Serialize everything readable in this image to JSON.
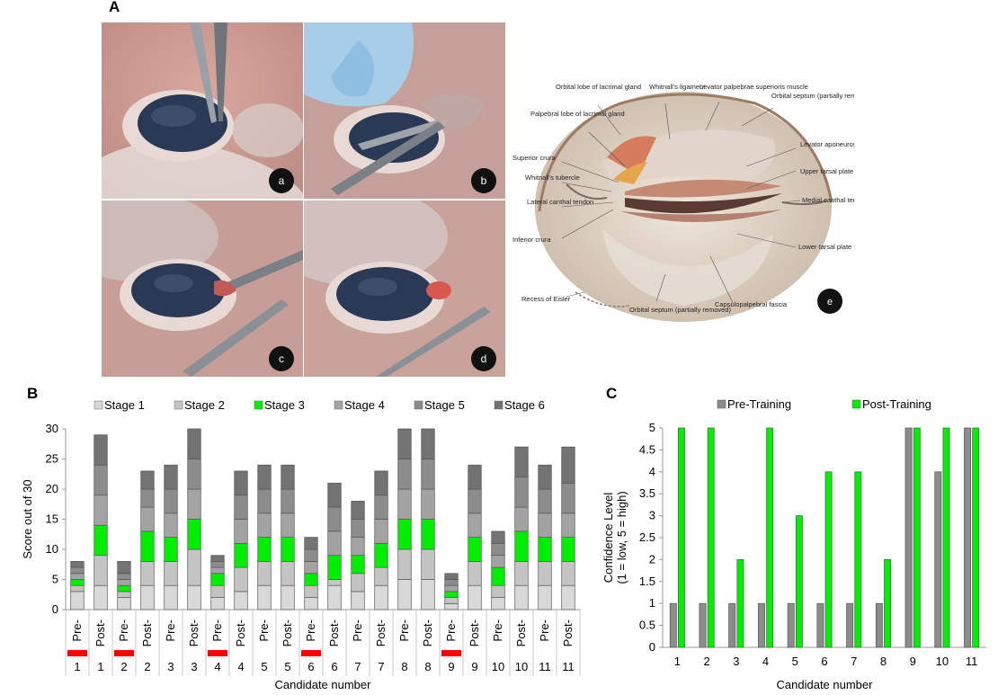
{
  "panels": {
    "A": "A",
    "B": "B",
    "C": "C"
  },
  "photos": [
    "a",
    "b",
    "c",
    "d"
  ],
  "diagram": {
    "label": "e",
    "anatomy": [
      "Orbital lobe of lacrimal gland",
      "Whitnall's ligament",
      "Levator palpebrae superioris muscle",
      "Orbital septum (partially removed)",
      "Palpebral lobe of lacrimal gland",
      "Levator aponeurosis",
      "Superior crura",
      "Upper tarsal plate",
      "Whitnall's tubercle",
      "Medial canthal tendon",
      "Lateral canthal tendon",
      "Inferior crura",
      "Lower tarsal plate",
      "Recess of Eisler",
      "Orbital septum (partially removed)",
      "Capsulopalpebral fascia"
    ]
  },
  "colors": {
    "stage1": "#d9d9d9",
    "stage2": "#c4c4c4",
    "stage3": "#00ee00",
    "stage4": "#a3a3a3",
    "stage5": "#8c8c8c",
    "stage6": "#737373",
    "pre": "#8c8c8c",
    "post": "#00ee00",
    "marker": "#ff0000"
  },
  "chart_data": [
    {
      "type": "bar",
      "stacked": true,
      "ylabel": "Score out of 30",
      "xlabel": "Candidate number",
      "ylim": [
        0,
        30
      ],
      "yticks": [
        0,
        5,
        10,
        15,
        20,
        25,
        30
      ],
      "legend": "top",
      "categories": [
        {
          "phase": "Pre-",
          "candidate": "1",
          "marked": true
        },
        {
          "phase": "Post-",
          "candidate": "1",
          "marked": false
        },
        {
          "phase": "Pre-",
          "candidate": "2",
          "marked": true
        },
        {
          "phase": "Post-",
          "candidate": "2",
          "marked": false
        },
        {
          "phase": "Pre-",
          "candidate": "3",
          "marked": false
        },
        {
          "phase": "Post-",
          "candidate": "3",
          "marked": false
        },
        {
          "phase": "Pre-",
          "candidate": "4",
          "marked": true
        },
        {
          "phase": "Post-",
          "candidate": "4",
          "marked": false
        },
        {
          "phase": "Pre-",
          "candidate": "5",
          "marked": false
        },
        {
          "phase": "Post-",
          "candidate": "5",
          "marked": false
        },
        {
          "phase": "Pre-",
          "candidate": "6",
          "marked": true
        },
        {
          "phase": "Post-",
          "candidate": "6",
          "marked": false
        },
        {
          "phase": "Pre-",
          "candidate": "7",
          "marked": false
        },
        {
          "phase": "Post-",
          "candidate": "7",
          "marked": false
        },
        {
          "phase": "Pre-",
          "candidate": "8",
          "marked": false
        },
        {
          "phase": "Post-",
          "candidate": "8",
          "marked": false
        },
        {
          "phase": "Pre-",
          "candidate": "9",
          "marked": true
        },
        {
          "phase": "Post-",
          "candidate": "9",
          "marked": false
        },
        {
          "phase": "Pre-",
          "candidate": "10",
          "marked": false
        },
        {
          "phase": "Post-",
          "candidate": "10",
          "marked": false
        },
        {
          "phase": "Pre-",
          "candidate": "11",
          "marked": false
        },
        {
          "phase": "Post-",
          "candidate": "11",
          "marked": false
        }
      ],
      "series": [
        {
          "name": "Stage 1",
          "color": "#d9d9d9",
          "values": [
            3,
            4,
            2,
            4,
            4,
            4,
            2,
            3,
            4,
            4,
            2,
            4,
            3,
            4,
            5,
            5,
            1,
            4,
            2,
            4,
            4,
            4
          ]
        },
        {
          "name": "Stage 2",
          "color": "#c4c4c4",
          "values": [
            1,
            5,
            1,
            4,
            4,
            6,
            2,
            4,
            4,
            4,
            2,
            1,
            3,
            3,
            5,
            5,
            1,
            4,
            2,
            4,
            4,
            4
          ]
        },
        {
          "name": "Stage 3",
          "color": "#00ee00",
          "values": [
            1,
            5,
            1,
            5,
            4,
            5,
            2,
            4,
            4,
            4,
            2,
            4,
            3,
            4,
            5,
            5,
            1,
            4,
            3,
            5,
            4,
            4
          ]
        },
        {
          "name": "Stage 4",
          "color": "#a3a3a3",
          "values": [
            1,
            5,
            1,
            4,
            4,
            5,
            1,
            4,
            4,
            4,
            2,
            4,
            3,
            4,
            5,
            5,
            1,
            4,
            2,
            4,
            4,
            4
          ]
        },
        {
          "name": "Stage 5",
          "color": "#8c8c8c",
          "values": [
            1,
            5,
            1,
            3,
            4,
            5,
            1,
            4,
            4,
            4,
            2,
            4,
            3,
            4,
            5,
            5,
            1,
            4,
            2,
            5,
            4,
            5
          ]
        },
        {
          "name": "Stage 6",
          "color": "#737373",
          "values": [
            1,
            5,
            2,
            3,
            4,
            5,
            1,
            4,
            4,
            4,
            2,
            4,
            3,
            4,
            5,
            5,
            1,
            4,
            2,
            5,
            4,
            6
          ]
        }
      ]
    },
    {
      "type": "bar",
      "ylabel": "Confidence Level\n(1 = low, 5 = high)",
      "xlabel": "Candidate number",
      "ylim": [
        0,
        5
      ],
      "yticks": [
        0,
        0.5,
        1,
        1.5,
        2,
        2.5,
        3,
        3.5,
        4,
        4.5,
        5
      ],
      "ytick_labels": [
        "0",
        "0.5",
        "1",
        "1.5",
        "2",
        "2.5",
        "3",
        "3.5",
        "4",
        "4.5",
        "5"
      ],
      "legend": "top",
      "categories": [
        "1",
        "2",
        "3",
        "4",
        "5",
        "6",
        "7",
        "8",
        "9",
        "10",
        "11"
      ],
      "series": [
        {
          "name": "Pre-Training",
          "color": "#8c8c8c",
          "values": [
            1,
            1,
            1,
            1,
            1,
            1,
            1,
            1,
            5,
            4,
            5
          ]
        },
        {
          "name": "Post-Training",
          "color": "#00ee00",
          "values": [
            5,
            5,
            2,
            5,
            3,
            4,
            4,
            2,
            5,
            5,
            5
          ]
        }
      ]
    }
  ]
}
